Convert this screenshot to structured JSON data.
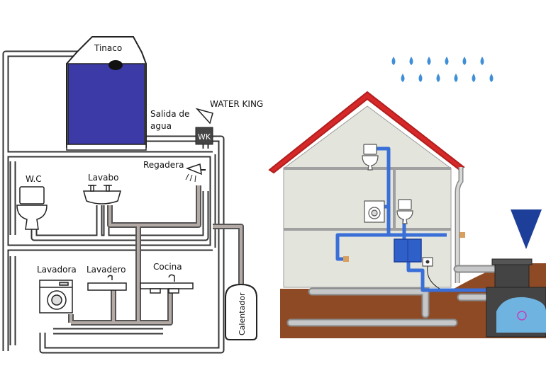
{
  "left_diagram": {
    "labels": {
      "tank": "Tinaco",
      "water_outlet_line1": "Salida de",
      "water_outlet_line2": "agua",
      "water_king": "WATER KING",
      "wk_device": "WK",
      "shower": "Regadera",
      "toilet": "W.C",
      "sink": "Lavabo",
      "washer": "Lavadora",
      "laundry_sink": "Lavadero",
      "kitchen": "Cocina",
      "heater": "Calentador"
    },
    "colors": {
      "tank_water": "#3c3aa6",
      "pipe_cold": "#ffffff",
      "pipe_outline": "#333333",
      "pipe_hot": "#b3aaa6"
    }
  },
  "right_diagram": {
    "colors": {
      "roof": "#d62828",
      "walls": "#e3e5dd",
      "soil": "#8e4a24",
      "water_pipe": "#3a6fd8",
      "drain_pipe": "#c5c7c8",
      "rain": "#3f8fd8",
      "marker": "#1d3f9a",
      "tank_body": "#444444",
      "tank_water": "#6fb4e0"
    },
    "icons": [
      "raindrop-icon",
      "toilet-icon",
      "washing-machine-icon",
      "downward-triangle-icon",
      "cistern-icon"
    ]
  }
}
